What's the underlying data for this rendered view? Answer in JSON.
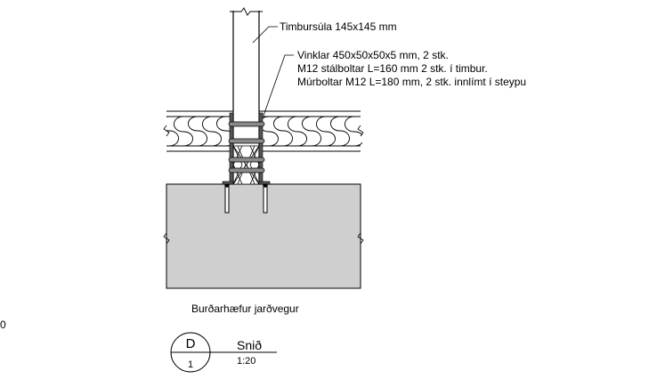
{
  "annotations": {
    "column": "Timbursúla 145x145 mm",
    "angles_line1": "Vinklar 450x50x50x5 mm, 2 stk.",
    "angles_line2": "M12 stálboltar L=160 mm 2 stk. í timbur.",
    "angles_line3": "Múrboltar M12 L=180 mm, 2 stk. innlímt í steypu",
    "ground": "Burðarhæfur jarðvegur",
    "edge_fragment": "0"
  },
  "section_marker": {
    "letter": "D",
    "sheet": "1",
    "title": "Snið",
    "scale": "1:20"
  }
}
